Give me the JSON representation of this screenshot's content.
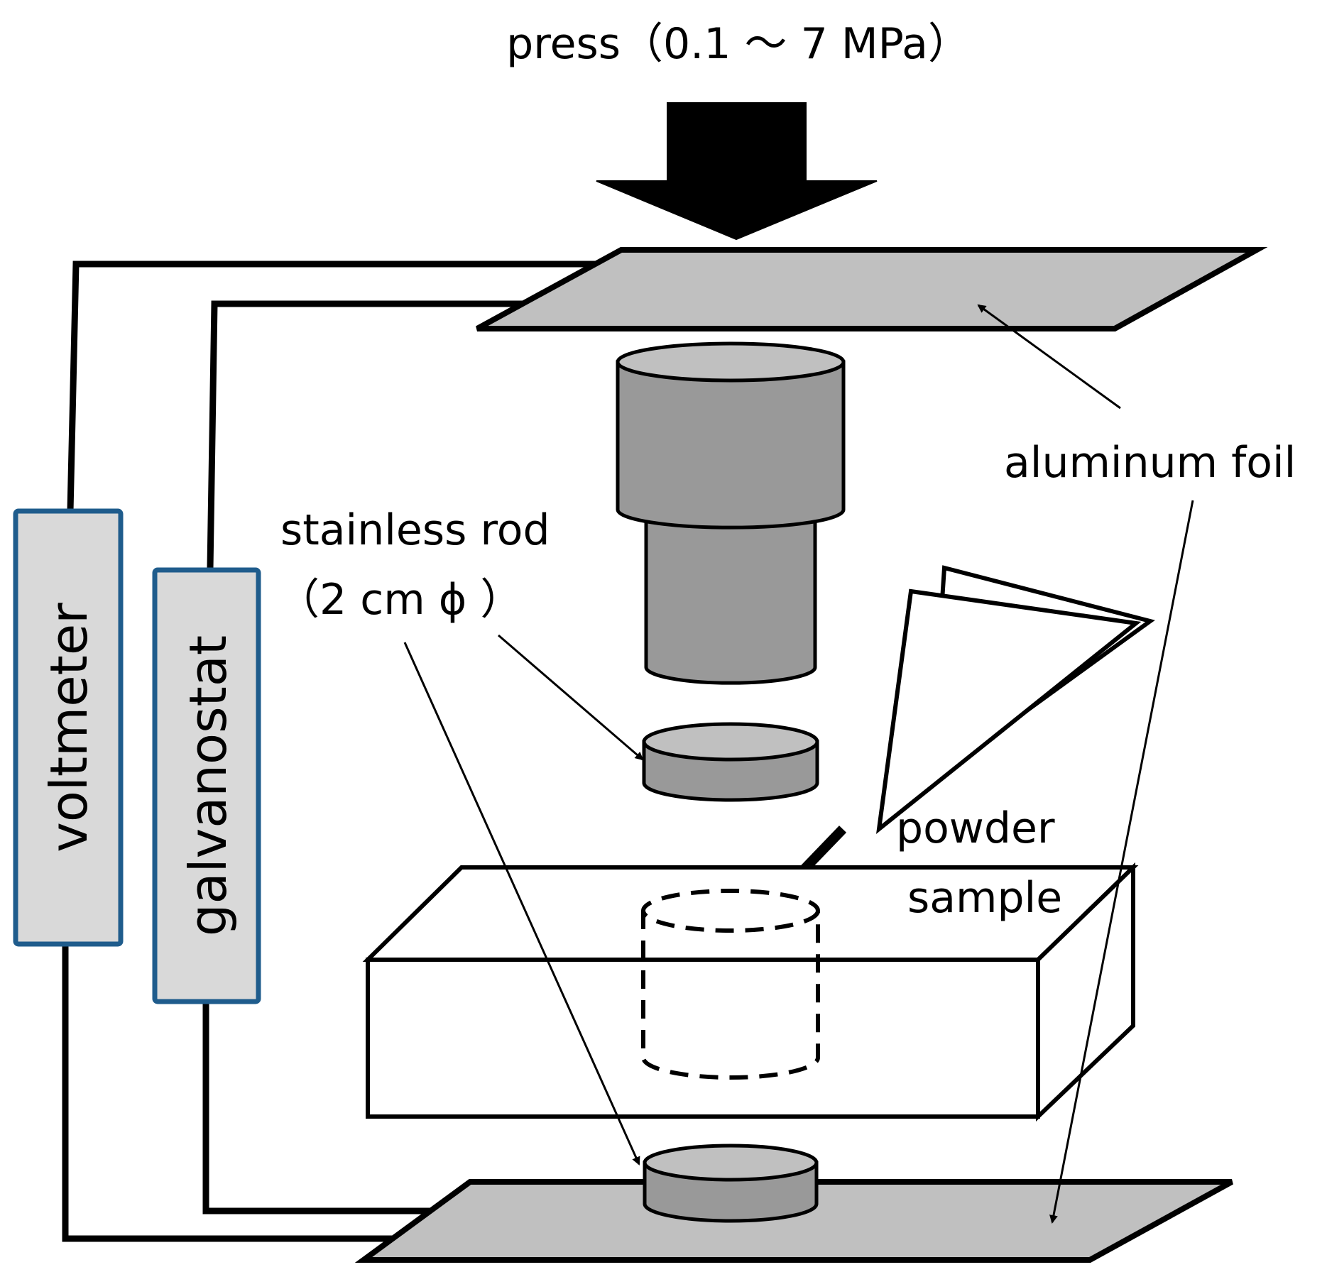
{
  "labels": {
    "press": "press（0.1 ～ 7 MPa）",
    "aluminum_foil": "aluminum foil",
    "stainless_rod_line1": "stainless rod",
    "stainless_rod_line2": "（2 cm ϕ ）",
    "powder_line1": "powder",
    "powder_line2": "sample",
    "voltmeter": "voltmeter",
    "galvanostat": "galvanostat"
  },
  "colors": {
    "foil_fill": "#c0c0c0",
    "rod_dark": "#999999",
    "rod_light": "#c0c0c0",
    "instrument_fill": "#d9d9d9",
    "instrument_border": "#1f5c8c"
  }
}
